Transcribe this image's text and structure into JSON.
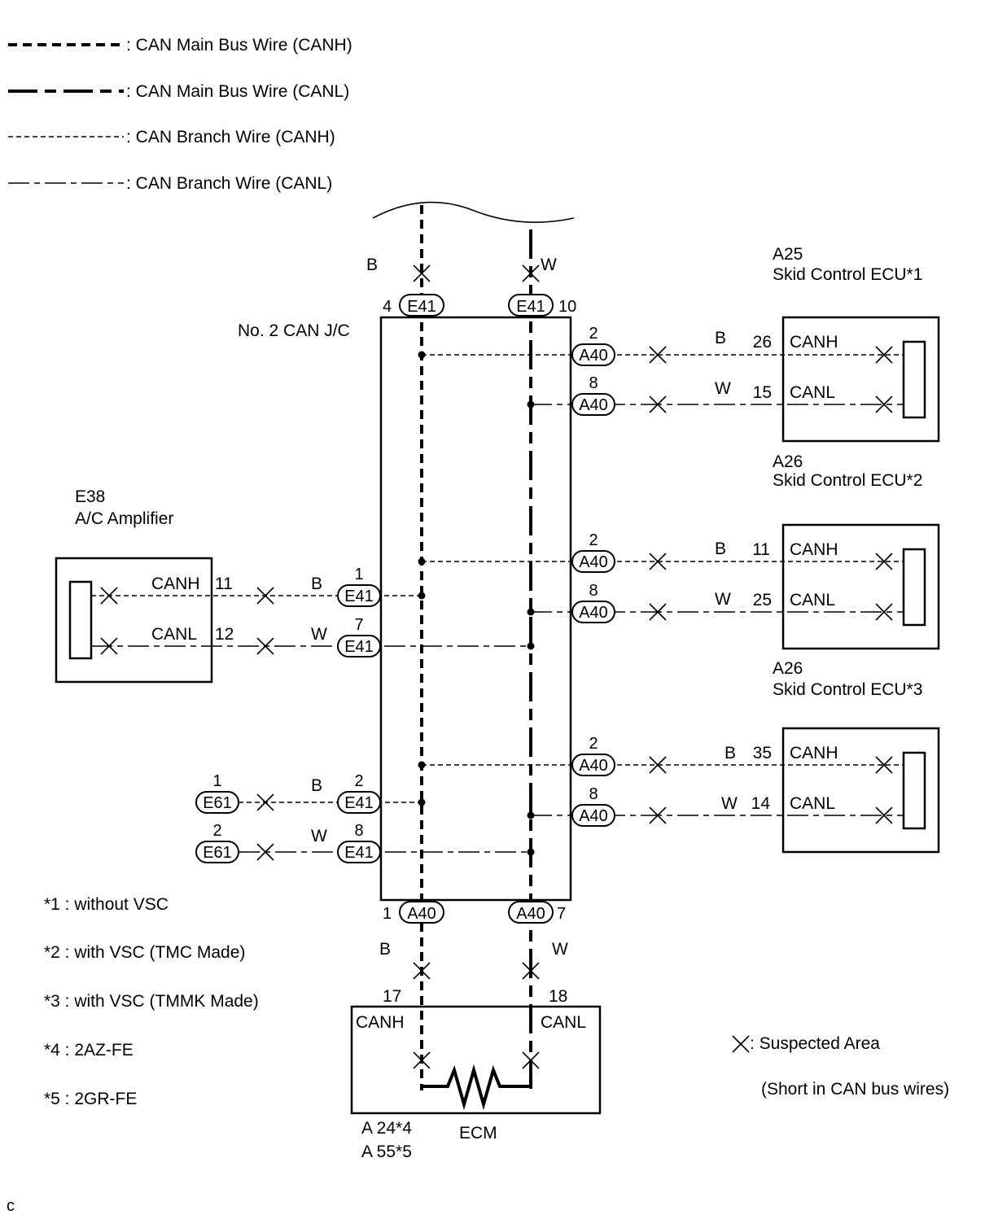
{
  "legend": {
    "main_h": ": CAN Main Bus Wire (CANH)",
    "main_l": ": CAN Main Bus Wire (CANL)",
    "branch_h": ": CAN Branch Wire (CANH)",
    "branch_l": ": CAN Branch Wire (CANL)"
  },
  "junction": {
    "name": "No. 2 CAN J/C"
  },
  "wire_colors": {
    "canh": "B",
    "canl": "W"
  },
  "connectors": {
    "e41": "E41",
    "a40": "A40",
    "e61": "E61"
  },
  "top_pins": {
    "canh": "4",
    "canl": "10"
  },
  "bottom_pins": {
    "canh": "1",
    "canl": "7"
  },
  "right_pins": {
    "canh": "2",
    "canl": "8"
  },
  "ecus": {
    "ecu1": {
      "code": "A25",
      "name": "Skid Control ECU*1",
      "canh_label": "CANH",
      "canl_label": "CANL",
      "canh_pin": "26",
      "canl_pin": "15"
    },
    "ecu2": {
      "code": "A26",
      "name": "Skid Control ECU*2",
      "canh_label": "CANH",
      "canl_label": "CANL",
      "canh_pin": "11",
      "canl_pin": "25"
    },
    "ecu3": {
      "code": "A26",
      "name": "Skid Control ECU*3",
      "canh_label": "CANH",
      "canl_label": "CANL",
      "canh_pin": "35",
      "canl_pin": "14"
    }
  },
  "ac_amp": {
    "code": "E38",
    "name": "A/C Amplifier",
    "canh_label": "CANH",
    "canl_label": "CANL",
    "canh_pin": "11",
    "canl_pin": "12",
    "jc_canh_pin": "1",
    "jc_canl_pin": "7"
  },
  "dlc": {
    "pin_h": "1",
    "pin_l": "2",
    "jc_canh_pin": "2",
    "jc_canl_pin": "8"
  },
  "ecm": {
    "name": "ECM",
    "canh_label": "CANH",
    "canl_label": "CANL",
    "canh_pin": "17",
    "canl_pin": "18",
    "code1": "A 24*4",
    "code2": "A 55*5"
  },
  "notes": [
    "*1 : without VSC",
    "*2 : with VSC (TMC Made)",
    "*3 : with VSC (TMMK Made)",
    "*4 : 2AZ-FE",
    "*5 : 2GR-FE"
  ],
  "suspected": {
    "label": ": Suspected Area",
    "sub": "(Short in CAN bus wires)"
  },
  "corner_mark": "c"
}
